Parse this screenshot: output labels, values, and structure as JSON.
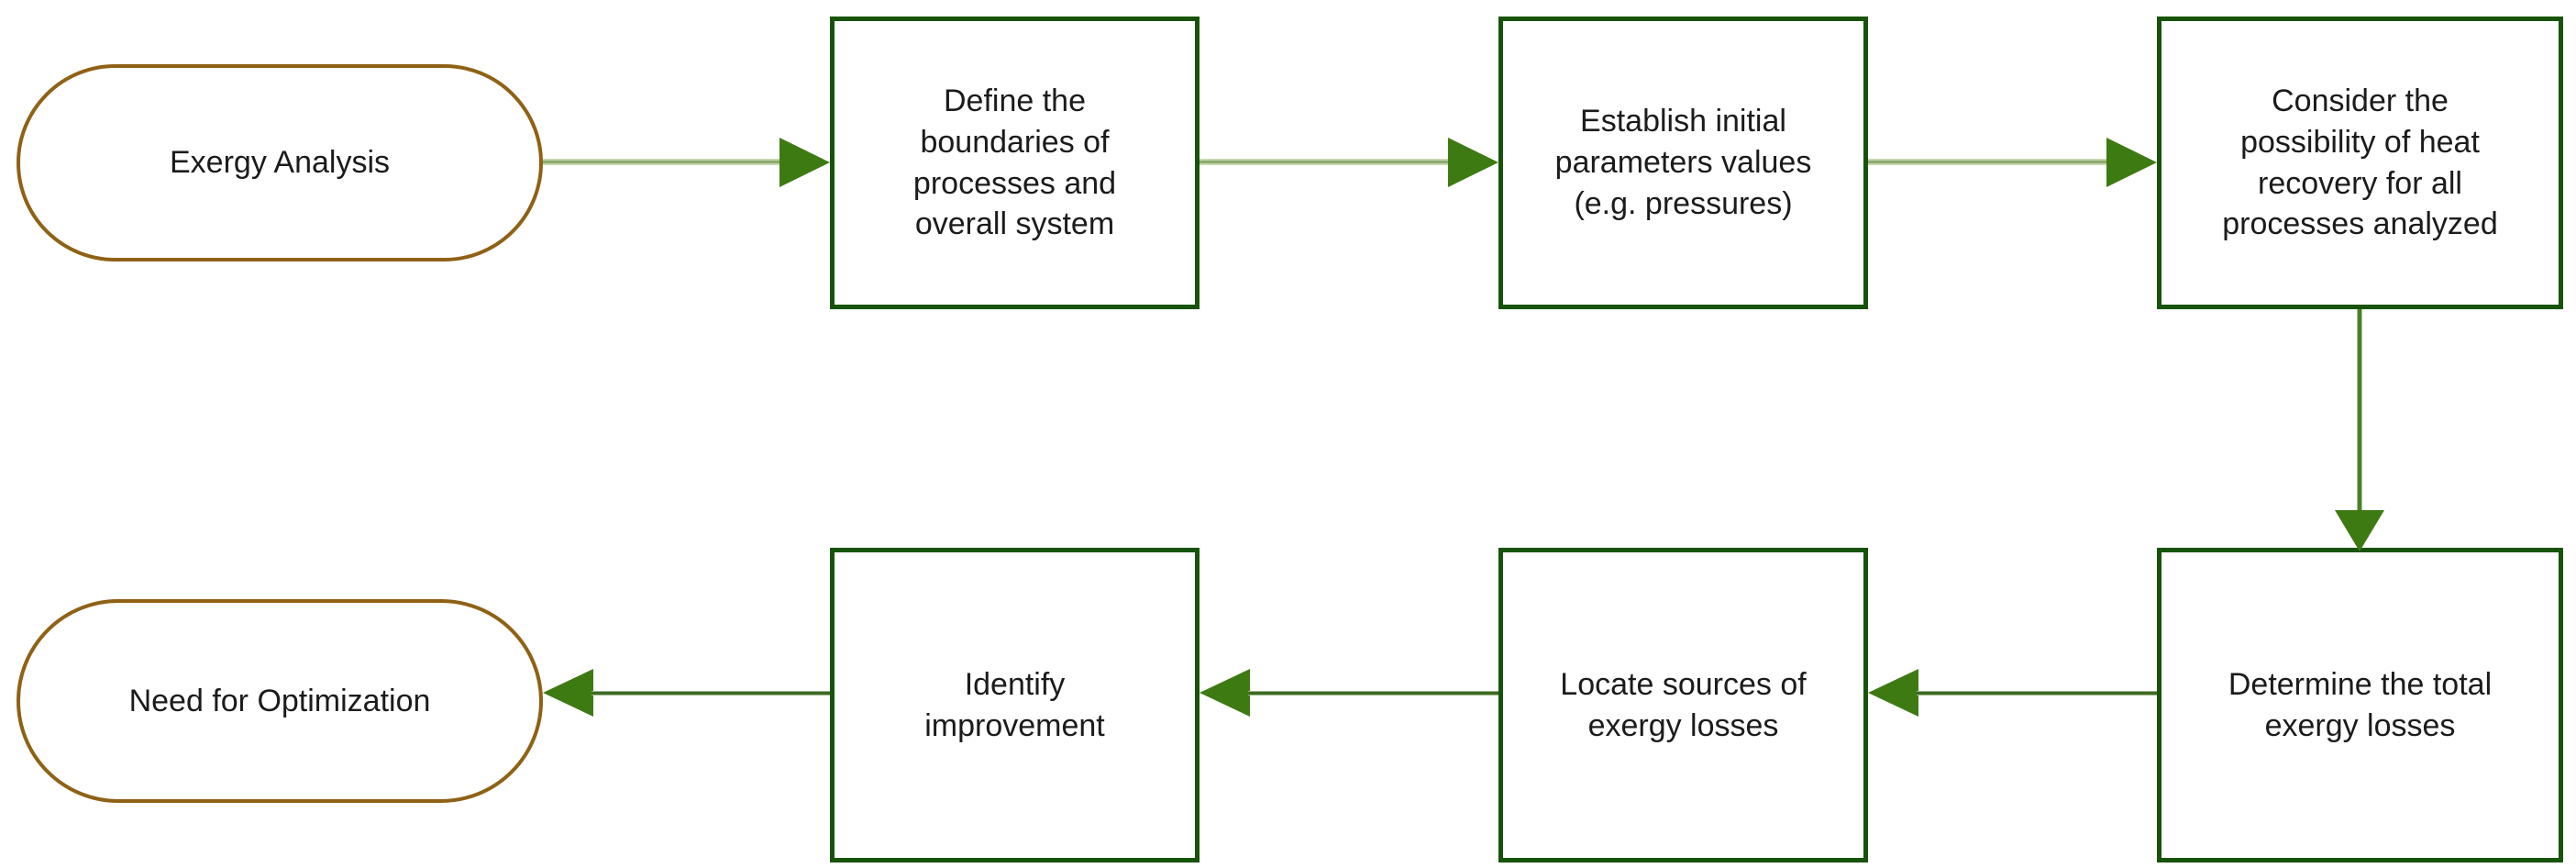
{
  "diagram": {
    "nodes": {
      "start": {
        "label": "Exergy Analysis",
        "shape": "stadium"
      },
      "define": {
        "label": "Define the boundaries of processes and overall system",
        "shape": "process"
      },
      "establish": {
        "label": "Establish initial parameters values (e.g. pressures)",
        "shape": "process"
      },
      "consider": {
        "label": "Consider the possibility of heat recovery for all processes analyzed",
        "shape": "process"
      },
      "determine": {
        "label": "Determine the total exergy losses",
        "shape": "process"
      },
      "locate": {
        "label": "Locate sources of exergy losses",
        "shape": "process"
      },
      "identify": {
        "label": "Identify improvement",
        "shape": "process"
      },
      "end": {
        "label": "Need for Optimization",
        "shape": "stadium"
      }
    },
    "edges": [
      {
        "from": "start",
        "to": "define",
        "direction": "right"
      },
      {
        "from": "define",
        "to": "establish",
        "direction": "right"
      },
      {
        "from": "establish",
        "to": "consider",
        "direction": "right"
      },
      {
        "from": "consider",
        "to": "determine",
        "direction": "down"
      },
      {
        "from": "determine",
        "to": "locate",
        "direction": "left"
      },
      {
        "from": "locate",
        "to": "identify",
        "direction": "left"
      },
      {
        "from": "identify",
        "to": "end",
        "direction": "left"
      }
    ],
    "colors": {
      "background": "#ffffff",
      "text": "#1b1b1b",
      "stadium_border": "#8f6115",
      "process_border": "#17530b",
      "arrow_light": "#8cab6f",
      "arrow_dark": "#3c6b24",
      "arrowhead": "#3e7a12"
    }
  }
}
